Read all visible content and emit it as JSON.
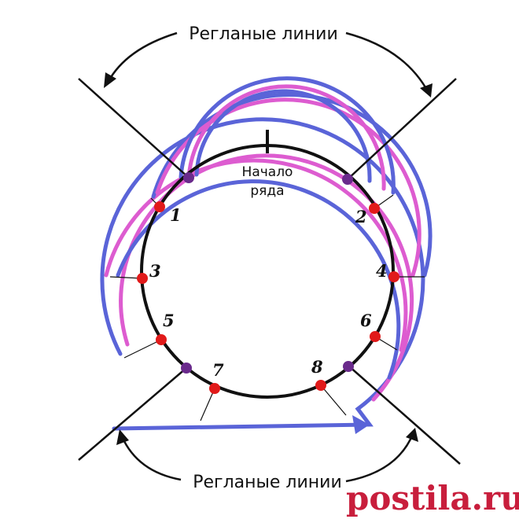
{
  "labels": {
    "raglan_top": "Регланые линии",
    "raglan_bottom": "Регланые линии",
    "start_line1": "Начало",
    "start_line2": "ряда"
  },
  "points": [
    "1",
    "2",
    "3",
    "4",
    "5",
    "6",
    "7",
    "8"
  ],
  "watermark": "postila.ru",
  "colors": {
    "blue": "#5a64d8",
    "pink": "#dd5cd0",
    "red_point": "#e11a1a",
    "purple_point": "#6a2a8c",
    "watermark": "#c81e3c"
  }
}
